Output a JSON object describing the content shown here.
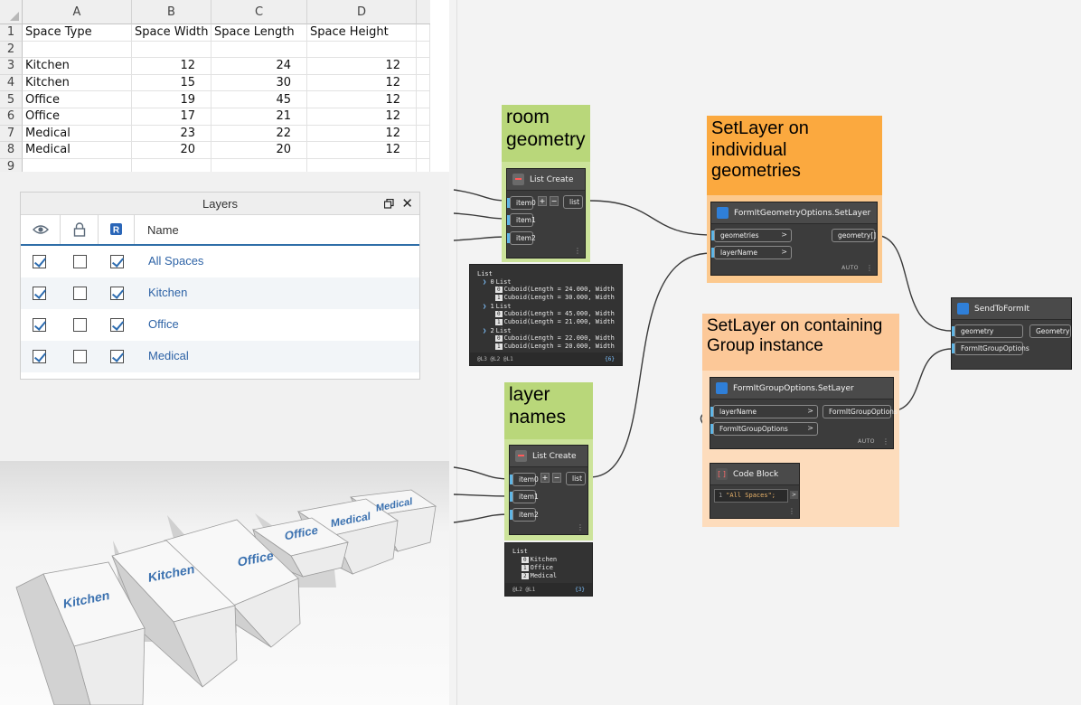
{
  "spreadsheet": {
    "columns": [
      "A",
      "B",
      "C",
      "D"
    ],
    "row_numbers": [
      "1",
      "2",
      "3",
      "4",
      "5",
      "6",
      "7",
      "8",
      "9"
    ],
    "headers": [
      "Space Type",
      "Space Width",
      "Space Length",
      "Space Height"
    ],
    "rows": [
      [
        "Kitchen",
        "12",
        "24",
        "12"
      ],
      [
        "Kitchen",
        "15",
        "30",
        "12"
      ],
      [
        "Office",
        "19",
        "45",
        "12"
      ],
      [
        "Office",
        "17",
        "21",
        "12"
      ],
      [
        "Medical",
        "23",
        "22",
        "12"
      ],
      [
        "Medical",
        "20",
        "20",
        "12"
      ]
    ]
  },
  "layers_panel": {
    "title": "Layers",
    "name_header": "Name",
    "layer_badge": "R",
    "items": [
      {
        "name": "All Spaces",
        "visible": true,
        "locked": false,
        "selected": true
      },
      {
        "name": "Kitchen",
        "visible": true,
        "locked": false,
        "selected": true
      },
      {
        "name": "Office",
        "visible": true,
        "locked": false,
        "selected": true
      },
      {
        "name": "Medical",
        "visible": true,
        "locked": false,
        "selected": true
      }
    ]
  },
  "viewport_labels": [
    "Kitchen",
    "Kitchen",
    "Office",
    "Office",
    "Medical",
    "Medical"
  ],
  "dynamo": {
    "group_room": {
      "title_line1": "room",
      "title_line2": "geometry"
    },
    "group_names": {
      "title_line1": "layer",
      "title_line2": "names"
    },
    "group_setlayer_geo": {
      "title_line1": "SetLayer on",
      "title_line2": "individual",
      "title_line3": "geometries"
    },
    "group_setlayer_group": {
      "title_line1": "SetLayer on containing",
      "title_line2": "Group instance"
    },
    "list_create_1": {
      "title": "List Create",
      "inputs": [
        "item0",
        "item1",
        "item2"
      ],
      "output": "list"
    },
    "list_create_2": {
      "title": "List Create",
      "inputs": [
        "item0",
        "item1",
        "item2"
      ],
      "output": "list"
    },
    "preview_1": {
      "header": "List",
      "sub_indices": [
        "0",
        "1",
        "2"
      ],
      "sub_label": "List",
      "lines": [
        {
          "idx": "0",
          "text": "Cuboid(Length = 24.000, Width"
        },
        {
          "idx": "1",
          "text": "Cuboid(Length = 30.000, Width"
        },
        {
          "idx": "0",
          "text": "Cuboid(Length = 45.000, Width"
        },
        {
          "idx": "1",
          "text": "Cuboid(Length = 21.000, Width"
        },
        {
          "idx": "0",
          "text": "Cuboid(Length = 22.000, Width"
        },
        {
          "idx": "1",
          "text": "Cuboid(Length = 20.000, Width"
        }
      ],
      "footer_levels": "@L3 @L2 @L1",
      "footer_count": "{6}"
    },
    "preview_2": {
      "header": "List",
      "lines": [
        {
          "idx": "0",
          "text": "Kitchen"
        },
        {
          "idx": "1",
          "text": "Office"
        },
        {
          "idx": "2",
          "text": "Medical"
        }
      ],
      "footer_levels": "@L2 @L1",
      "footer_count": "{3}"
    },
    "setlayer_geo_node": {
      "title": "FormItGeometryOptions.SetLayer",
      "inputs": [
        "geometries",
        "layerName"
      ],
      "output": "geometry[]",
      "lacing": "AUTO"
    },
    "setlayer_group_node": {
      "title": "FormItGroupOptions.SetLayer",
      "inputs": [
        "layerName",
        "FormItGroupOptions"
      ],
      "output": "FormItGroupOptions",
      "lacing": "AUTO"
    },
    "code_block": {
      "title": "Code Block",
      "line_no": "1",
      "code": "\"All Spaces\";",
      "output": ">"
    },
    "send_to_formit": {
      "title": "SendToFormIt",
      "inputs": [
        "geometry",
        "FormItGroupOptions"
      ],
      "output": "Geometry"
    }
  },
  "colors": {
    "group_green": "#c6e08c",
    "group_orange": "#fba93f",
    "group_peach": "#fcd3a8",
    "node_dark": "#3c3c3c",
    "port_blue": "#5fb6e6",
    "layer_text_blue": "#2e63a6"
  }
}
